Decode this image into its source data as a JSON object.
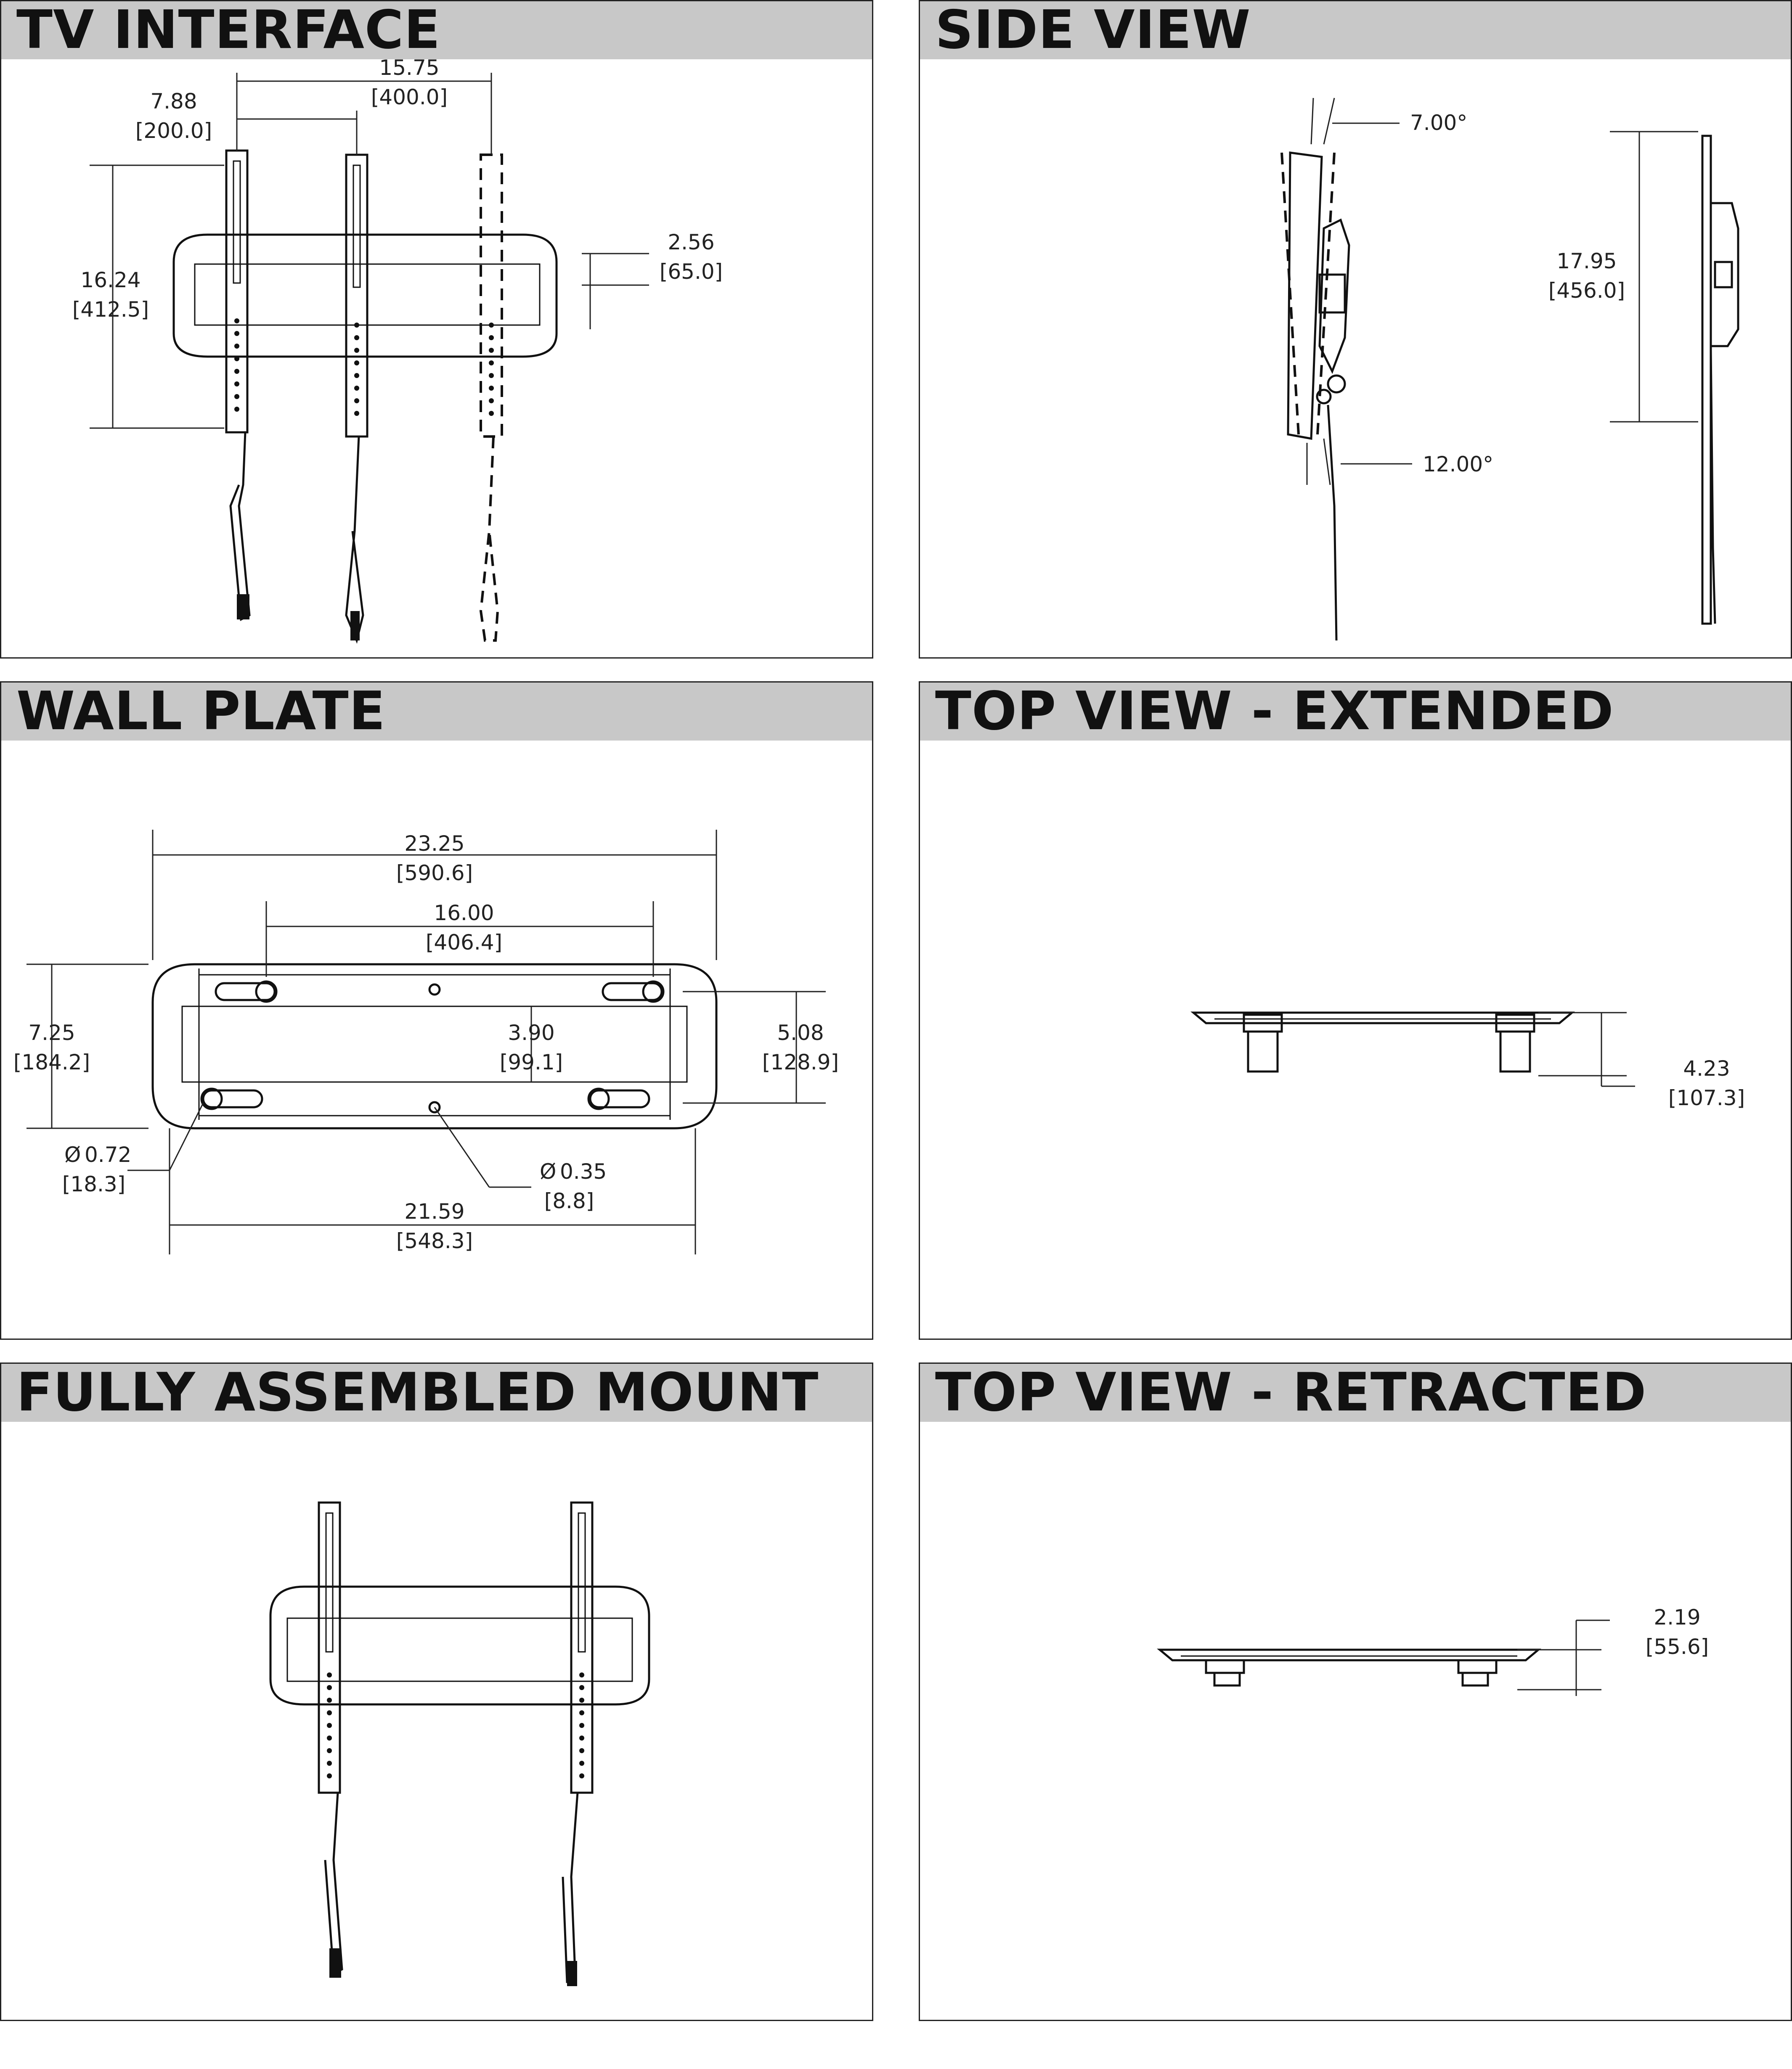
{
  "panels": {
    "tv_interface": {
      "title": "TV INTERFACE",
      "dims": {
        "d1_value": "15.75",
        "d1_mm": "[400.0]",
        "d2_value": "7.88",
        "d2_mm": "[200.0]",
        "d3_value": "16.24",
        "d3_mm": "[412.5]",
        "d4_value": "2.56",
        "d4_mm": "[65.0]"
      }
    },
    "side_view": {
      "title": "SIDE VIEW",
      "dims": {
        "tilt_up": "7.00°",
        "tilt_down": "12.00°",
        "height_value": "17.95",
        "height_mm": "[456.0]"
      }
    },
    "wall_plate": {
      "title": "WALL PLATE",
      "dims": {
        "overall_width_value": "23.25",
        "overall_width_mm": "[590.6]",
        "slot_spacing_value": "16.00",
        "slot_spacing_mm": "[406.4]",
        "height_value": "7.25",
        "height_mm": "[184.2]",
        "inner_gap_value": "3.90",
        "inner_gap_mm": "[99.1]",
        "slot_height_value": "5.08",
        "slot_height_mm": "[128.9]",
        "slot_dia_value": "0.72",
        "slot_dia_mm": "[18.3]",
        "hole_dia_value": "0.35",
        "hole_dia_mm": "[8.8]",
        "bottom_width_value": "21.59",
        "bottom_width_mm": "[548.3]",
        "diameter_symbol": "Ø"
      }
    },
    "top_extended": {
      "title": "TOP VIEW - EXTENDED",
      "dims": {
        "depth_value": "4.23",
        "depth_mm": "[107.3]"
      }
    },
    "assembled": {
      "title": "FULLY ASSEMBLED MOUNT"
    },
    "top_retracted": {
      "title": "TOP VIEW - RETRACTED",
      "dims": {
        "depth_value": "2.19",
        "depth_mm": "[55.6]"
      }
    }
  }
}
